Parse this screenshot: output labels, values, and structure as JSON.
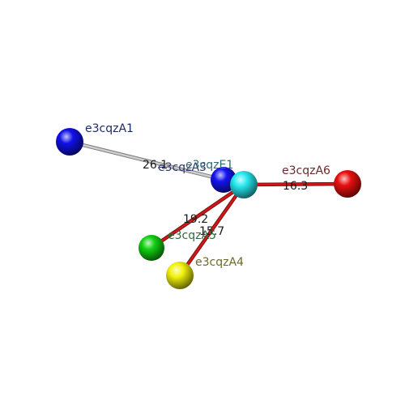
{
  "nodes": [
    {
      "id": "A1",
      "label": "e3cqzA1",
      "color": "#1010e8",
      "label_color": "#1f2a6b"
    },
    {
      "id": "A3",
      "label": "e3cqzA3",
      "color": "#1414f0",
      "label_color": "#2b3a6f"
    },
    {
      "id": "E1",
      "label": "e3cqzE1",
      "color": "#27e8f0",
      "label_color": "#2f6a73"
    },
    {
      "id": "A5",
      "label": "e3cqzA5",
      "color": "#12d012",
      "label_color": "#2e6b3a"
    },
    {
      "id": "A4",
      "label": "e3cqzA4",
      "color": "#f2f20c",
      "label_color": "#6b6b2a"
    },
    {
      "id": "A6",
      "label": "e3cqzA6",
      "color": "#e81010",
      "label_color": "#6b2a2a"
    }
  ],
  "edges": [
    {
      "from": "A1",
      "to": "E1",
      "label": "26.1",
      "color": "#cfcfcf"
    },
    {
      "from": "E1",
      "to": "A6",
      "label": "16.3",
      "color": "#d01818"
    },
    {
      "from": "E1",
      "to": "A5",
      "label": "19.2",
      "color": "#d01818"
    },
    {
      "from": "E1",
      "to": "A4",
      "label": "15.7",
      "color": "#d01818"
    }
  ]
}
